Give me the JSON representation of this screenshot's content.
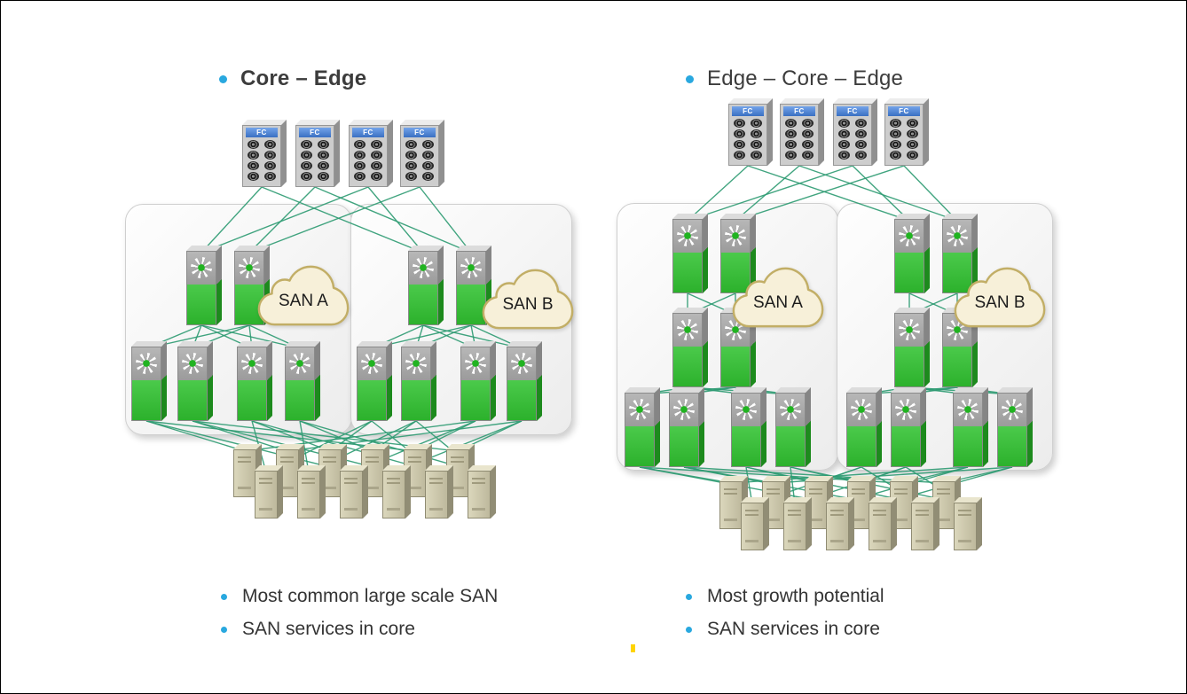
{
  "slide": {
    "background": "#ffffff",
    "accent_color": "#29a8df",
    "wire_color": "#2d9b72",
    "switch_green": "#2cb12c",
    "cloud_fill": "#f7f0d9"
  },
  "panels": [
    {
      "title": "Core – Edge",
      "storage_label": "FC",
      "clouds": [
        {
          "label": "SAN A"
        },
        {
          "label": "SAN B"
        }
      ],
      "notes": [
        "Most common large scale SAN",
        "SAN services in core"
      ]
    },
    {
      "title": "Edge – Core – Edge",
      "storage_label": "FC",
      "clouds": [
        {
          "label": "SAN A"
        },
        {
          "label": "SAN B"
        }
      ],
      "notes": [
        "Most growth potential",
        "SAN services in core"
      ]
    }
  ]
}
